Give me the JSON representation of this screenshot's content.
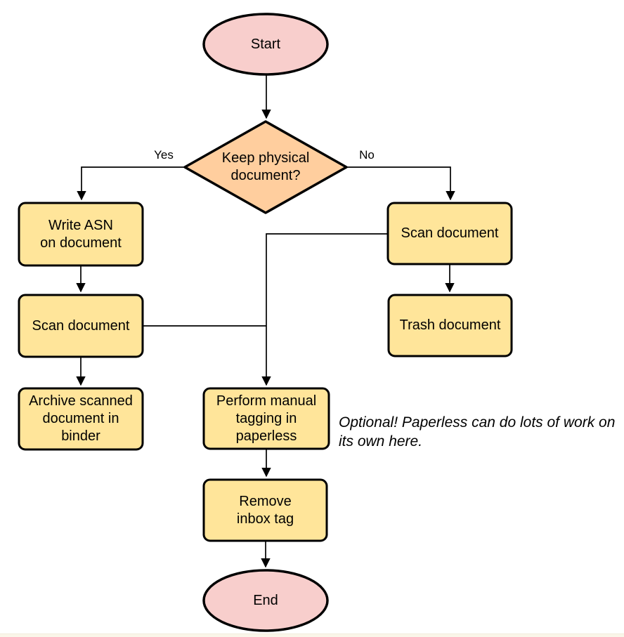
{
  "colors": {
    "background": "#ffffff",
    "terminal_fill": "#f8cecc",
    "decision_fill": "#ffce9e",
    "process_fill": "#ffe59a",
    "stroke": "#000000",
    "text": "#000000",
    "bottom_strip": "#faf6e9"
  },
  "nodes": {
    "start": {
      "label": "Start",
      "type": "terminal"
    },
    "decision": {
      "label": "Keep physical\ndocument?",
      "type": "decision"
    },
    "write_asn": {
      "label": "Write ASN\non document",
      "type": "process"
    },
    "scan_left": {
      "label": "Scan document",
      "type": "process"
    },
    "archive": {
      "label": "Archive scanned\ndocument in\nbinder",
      "type": "process"
    },
    "scan_right": {
      "label": "Scan document",
      "type": "process"
    },
    "trash": {
      "label": "Trash document",
      "type": "process"
    },
    "tagging": {
      "label": "Perform manual\ntagging in\npaperless",
      "type": "process"
    },
    "remove_inbox": {
      "label": "Remove\ninbox tag",
      "type": "process"
    },
    "end": {
      "label": "End",
      "type": "terminal"
    }
  },
  "edge_labels": {
    "yes": "Yes",
    "no": "No"
  },
  "note": {
    "text": "Optional! Paperless can do lots of work on\nits own here."
  }
}
